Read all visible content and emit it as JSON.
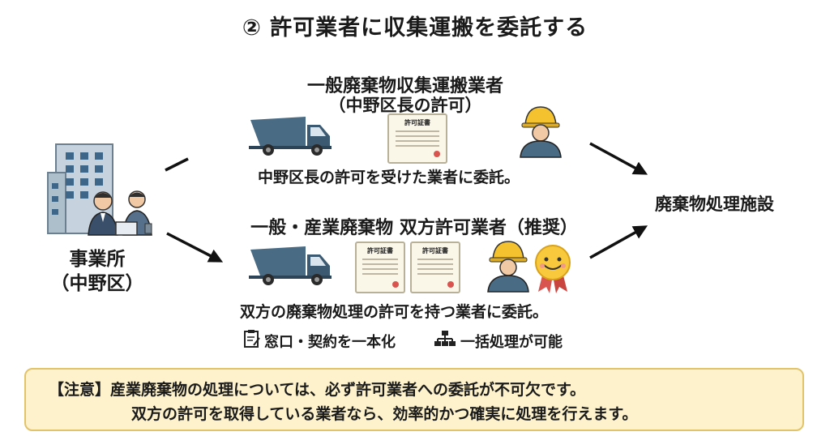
{
  "title": "② 許可業者に収集運搬を委託する",
  "office": {
    "name": "事業所",
    "ward": "（中野区）"
  },
  "upper": {
    "title": "一般廃棄物収集運搬業者",
    "subtitle": "（中野区長の許可）",
    "certificate_label": "許可証書",
    "description": "中野区長の許可を受けた業者に委託。"
  },
  "lower": {
    "title": "一般・産業廃棄物 双方許可業者（推奨）",
    "certificate_label": "許可証書",
    "description": "双方の廃棄物処理の許可を持つ業者に委託。",
    "benefit1": "窓口・契約を一本化",
    "benefit2": "一括処理が可能"
  },
  "facility": "廃棄物処理施設",
  "note": {
    "line1": "【注意】産業廃棄物の処理については、必ず許可業者への委託が不可欠です。",
    "line2": "双方の許可を取得している業者なら、効率的かつ確実に処理を行えます。"
  },
  "icons": {
    "building": "office-building-icon",
    "workers": "office-workers-icon",
    "truck": "garbage-truck-icon",
    "certificate": "certificate-icon",
    "worker": "hardhat-worker-icon",
    "smiley": "smiley-badge-icon",
    "clipboard": "clipboard-icon",
    "hierarchy": "hierarchy-icon"
  },
  "colors": {
    "truck": "#4a6b84",
    "note_bg": "#fdf2cc",
    "note_border": "#e2c36a",
    "helmet": "#f3c22e"
  }
}
